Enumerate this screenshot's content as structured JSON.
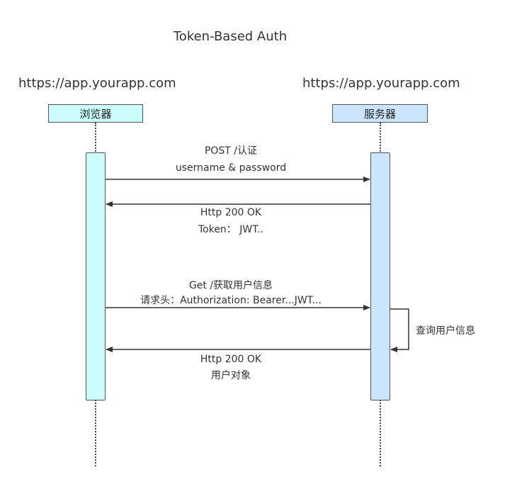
{
  "title": "Token-Based Auth",
  "participants": {
    "left": {
      "host": "https://app.yourapp.com",
      "name": "浏览器",
      "color": "#ccfdfd"
    },
    "right": {
      "host": "https://app.yourapp.com",
      "name": "服务器",
      "color": "#cce5ff"
    }
  },
  "messages": {
    "login_request": {
      "line1": "POST /认证",
      "line2": "username & password"
    },
    "login_response": {
      "line1": "Http 200 OK",
      "line2": "Token： JWT.."
    },
    "get_request": {
      "line1": "Get /获取用户信息",
      "line2": "请求头：Authorization: Bearer...JWT..."
    },
    "self_call": {
      "label": "查询用户信息"
    },
    "get_response": {
      "line1": "Http 200 OK",
      "line2": "用户对象"
    }
  }
}
